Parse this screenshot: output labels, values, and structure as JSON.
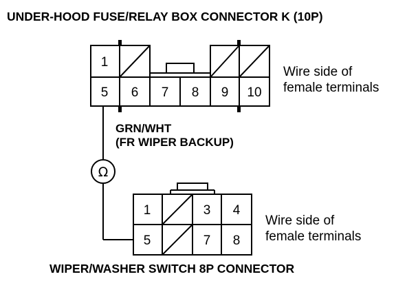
{
  "top_title": "UNDER-HOOD FUSE/RELAY BOX CONNECTOR K (10P)",
  "bottom_title": "WIPER/WASHER SWITCH 8P CONNECTOR",
  "connector_k": {
    "top_row": [
      "1",
      "",
      "",
      "",
      "",
      ""
    ],
    "bottom_row": [
      "5",
      "6",
      "7",
      "8",
      "9",
      "10"
    ],
    "note_line1": "Wire side of",
    "note_line2": "female terminals"
  },
  "connector_8p": {
    "top_row": [
      "1",
      "",
      "3",
      "4"
    ],
    "bottom_row": [
      "5",
      "",
      "7",
      "8"
    ],
    "note_line1": "Wire side of",
    "note_line2": "female terminals"
  },
  "wire": {
    "color": "GRN/WHT",
    "circuit": "(FR WIPER BACKUP)"
  },
  "meter_symbol": "Ω"
}
